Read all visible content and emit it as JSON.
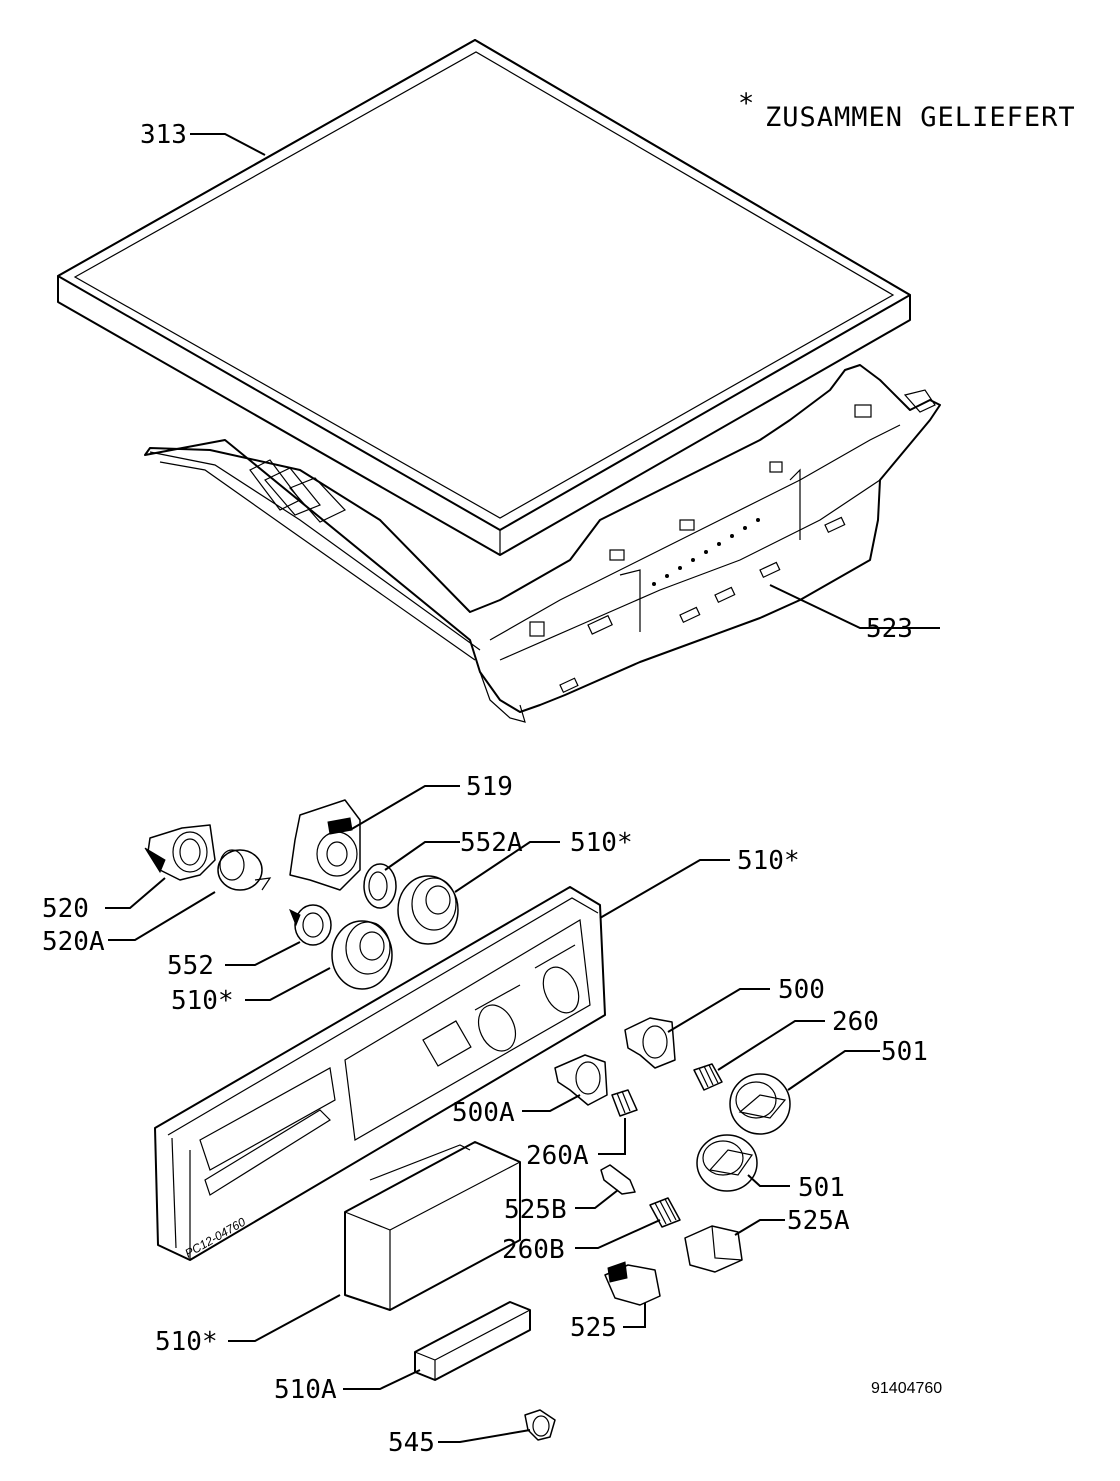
{
  "note": {
    "asterisk": "*",
    "text": "ZUSAMMEN GELIEFERT"
  },
  "drawing_number": "91404760",
  "stamp": "PC12-04760",
  "labels": {
    "l313": "313",
    "l523": "523",
    "l519": "519",
    "l552A": "552A",
    "l510_a": "510*",
    "l510_b": "510*",
    "l520": "520",
    "l520A": "520A",
    "l552": "552",
    "l510_c": "510*",
    "l500": "500",
    "l260": "260",
    "l501_a": "501",
    "l500A": "500A",
    "l260A": "260A",
    "l501_b": "501",
    "l525B": "525B",
    "l525A": "525A",
    "l260B": "260B",
    "l525": "525",
    "l510_d": "510*",
    "l510A": "510A",
    "l545": "545"
  }
}
